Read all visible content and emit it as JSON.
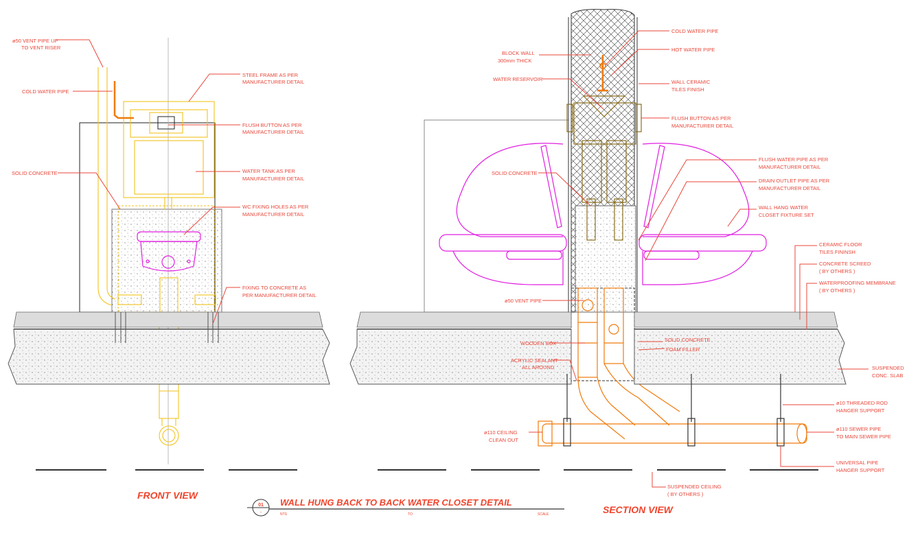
{
  "front_labels": {
    "vent_pipe_1": "ø50 VENT PIPE UP",
    "vent_pipe_2": "TO VENT RISER",
    "cold_water": "COLD WATER PIPE",
    "solid_concrete": "SOLID CONCRETE",
    "steel_frame_1": "STEEL FRAME AS PER",
    "steel_frame_2": "MANUFACTURER DETAIL",
    "flush_button_1": "FLUSH BUTTON AS PER",
    "flush_button_2": "MANUFACTURER DETAIL",
    "water_tank_1": "WATER TANK AS PER",
    "water_tank_2": "MANUFACTURER DETAIL",
    "wc_fixing_1": "WC FIXING HOLES AS PER",
    "wc_fixing_2": "MANUFACTURER DETAIL",
    "fixing_concrete_1": "FIXING TO CONCRETE AS",
    "fixing_concrete_2": "PER MANUFACTURER DETAIL"
  },
  "section_labels": {
    "block_wall_1": "BLOCK WALL",
    "block_wall_2": "300mm THICK",
    "water_reservoir": "WATER RESERVOIR",
    "solid_concrete": "SOLID CONCRETE",
    "vent_pipe": "ø50 VENT PIPE",
    "wooden_box": "WOODEN BOX",
    "acrylic_1": "ACRYLIC SEALANT",
    "acrylic_2": "ALL AROUND",
    "cleanout_1": "ø110 CEILING",
    "cleanout_2": "CLEAN OUT",
    "cold_water": "COLD WATER PIPE",
    "hot_water": "HOT WATER PIPE",
    "wall_tiles_1": "WALL CERAMIC",
    "wall_tiles_2": "TILES FINISH",
    "flush_button_1": "FLUSH BUTTON AS PER",
    "flush_button_2": "MANUFACTURER DETAIL",
    "flush_water_1": "FLUSH WATER PIPE AS PER",
    "flush_water_2": "MANUFACTURER DETAIL",
    "drain_outlet_1": "DRAIN OUTLET PIPE AS PER",
    "drain_outlet_2": "MANUFACTURER DETAIL",
    "wall_hang_1": "WALL HANG WATER",
    "wall_hang_2": "CLOSET FIXTURE SET",
    "floor_tiles_1": "CERAMIC FLOOR",
    "floor_tiles_2": "TILES FININSH",
    "screed_1": "CONCRETE SCREED",
    "screed_2": "( BY OTHERS )",
    "membrane_1": "WATERPROOFING MEMBRANE",
    "membrane_2": "( BY OTHERS )",
    "solid_concrete_small": "SOLID CONCRETE",
    "foam_filler": "FOAM FILLER",
    "slab_1": "SUSPENDED",
    "slab_2": "CONC. SLAB",
    "rod_1": "ø10 THREADED ROD",
    "rod_2": "HANGER SUPPORT",
    "sewer_1": "ø110 SEWER PIPE",
    "sewer_2": "TO MAIN SEWER PIPE",
    "hanger_1": "UNIVERSAL PIPE",
    "hanger_2": "HANGER SUPPORT",
    "ceiling_1": "SUSPENDED CEILING",
    "ceiling_2": "( BY OTHERS )"
  },
  "titles": {
    "front_view": "FRONT VIEW",
    "section_view": "SECTION VIEW",
    "main_title": "WALL HUNG BACK TO BACK WATER CLOSET DETAIL",
    "detail_no": "01",
    "detail_sheet": "-",
    "nts": "NTS",
    "to": "TO",
    "scale": "SCALE"
  },
  "colors": {
    "annotation": "#e8473a",
    "title": "#f0442c",
    "frame": "#f2c21b",
    "pipe": "#f07a0a",
    "fixture": "#e01ee0"
  }
}
